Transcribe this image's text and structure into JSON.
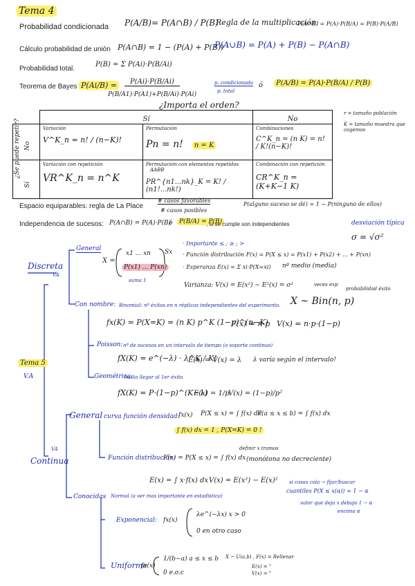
{
  "header": {
    "tema4": "Tema 4",
    "prob_cond_label": "Probabilidad condicionada",
    "prob_cond_formula": "P(A/B)= P(A∩B) / P(B)",
    "regla_mult": "Regla de la multiplicación:",
    "regla_mult_formula": "P(A∩B) = P(A)·P(B/A) = P(B)·P(A/B)",
    "union_label": "Cálculo probabilidad de unión",
    "union_formula": "P(A∩B) = 1 − (P(A) + P(B))",
    "union2_formula": "P(A∪B) = P(A) + P(B) − P(A∩B)",
    "total_label": "Probabilidad total.",
    "total_formula": "P(B) = Σ P(Ai)·P(B/Ai)",
    "bayes_label": "Teorema de Bayes",
    "bayes_lhs": "P(Ai/B) =",
    "bayes_num": "P(Ai)·P(B/Ai)",
    "bayes_den": "P(B/A1)·P(A1)+P(B/Ai)·P(Ai)",
    "bayes_note_top": "p. condicionada",
    "bayes_note_bottom": "p. total",
    "bayes_o": "ó",
    "bayes_alt": "P(A/B) = P(A)·P(B/A) / P(B)",
    "importa_orden": "¿Importa el orden?"
  },
  "table": {
    "col_si": "Sí",
    "col_no": "No",
    "row_label": "¿Se puede repetir?",
    "row_no": "No",
    "row_si": "Sí",
    "variacion_title": "Variación",
    "variacion_formula": "V^K_n = n! / (n−K)!",
    "permutacion_title": "Permutación",
    "permutacion_formula": "Pn = n!",
    "permutacion_note": "n = K",
    "combinacion_title": "Combinaciones",
    "combinacion_formula": "C^K_n = (n K) = n! / K!(n−K)!",
    "var_rep_title": "Variación con repetición",
    "var_rep_formula": "VR^K_n = n^K",
    "perm_rep_title": "Permutación con elementos repetidos",
    "perm_rep_extra": "AABB",
    "perm_rep_formula": "PR^{n1...nk}_K = K! / (n1!...nk!)",
    "comb_rep_title": "Combinación con repetición",
    "comb_rep_formula": "CR^K_n = (K+K−1 K)",
    "note_r": "r = tamaño población",
    "note_k": "K = tamaño muestra que cogemos"
  },
  "middle": {
    "equiprobables_label": "Espacio equiparables: regla de La Place",
    "laplace_num": "# casos favorables",
    "laplace_den": "# casos posibles",
    "ningun_suceso": "P(alguno suceso se dé) = 1 − P(ninguno de ellos)",
    "independencia_label": "Independencia de sucesos:",
    "independencia_formula": "P(A∩B) = P(A)·P(B)",
    "independencia_o": "ó",
    "independencia_alt": "P(B/A) = P(B)",
    "independencia_note": ", si se cumple son independientes",
    "desviacion_label": "desviación típica",
    "desviacion_formula": "σ = √σ²"
  },
  "discreta": {
    "tema5": "Tema 5",
    "va": "V.A",
    "discreta_label": "Discreta",
    "va_small": "VA",
    "general_label": "General",
    "x_vector_top": "x1 ... xn",
    "x_vector_bottom": "P(x1) ... P(xn)",
    "x_label": "X =",
    "sx": "Sx",
    "suma1": "suma 1",
    "importante": "· Importante  ≤ ; ≥ ; >",
    "funcion_dist": "· Función distribución  F(x) = P(X ≤ x) = P(x1) + P(x2) + ... + P(xn)",
    "esperanza": "· Esperanza  E(x) = Σ xi·P(X=xi)",
    "esperanza_note": "nº medio (media)",
    "varianza": "Varianza:  V(x) = E(x²) − E²(x) = σ²",
    "con_nombre_label": "Con nombre:",
    "binomial_desc": "Binomial: nº éxitos en n réplicas independientes del experimento.",
    "binomial_dist": "X ~ Bin(n, p)",
    "binomial_note1": "veces exp",
    "binomial_note2": "probabilidad éxito",
    "binomial_pmf": "fx(K) = P(X=K) = (n K) p^K (1−p)^(n−K)",
    "binomial_F": "F(x) = n·p",
    "binomial_V": "V(x) = n·p·(1−p)",
    "poisson_label": "Poisson:",
    "poisson_desc": "nº de sucesos en un intervalo de tiempo (o soporte continuo)",
    "poisson_pmf": "fX(K) = e^(−λ) · λ^K / K!",
    "poisson_EV": "E(x) = V(x) = λ",
    "poisson_note": "λ varía según el intervalo!",
    "geometrica_label": "Geométrica:",
    "geometrica_desc": "hasta llegar al 1er éxito",
    "geometrica_pmf": "fX(K) = P·(1−p)^(K−1)",
    "geometrica_E": "E(x) = 1/p",
    "geometrica_V": "V(x) = (1−p)/p²"
  },
  "continua": {
    "va_small": "VA",
    "continua_label": "Continua",
    "general_label": "General",
    "curva_densidad": "curva función densidad:",
    "densidad_fx": "fx(x)",
    "p_le": "P(X ≤ x) = ∫ f(x) dx",
    "p_ab": "P(a ≤ x ≤ b) = ∫ f(x) dx",
    "integral_note": "∫ f(x) dx = 1 ,  P(X=K) = 0 !",
    "funcion_dist_label": "Función distribución:",
    "funcion_dist_formula": "F(x) = P(X ≤ x) = ∫ f(x) dx",
    "definir_note": "definir x tramos",
    "monotona": "(monótona no decreciente)",
    "esperanza": "E(x) = ∫ x·f(x) dx",
    "varianza": "V(x) = E(x²) − E(x)²",
    "cola_note1": "si cosas cola → fijar/buscar",
    "cola_note2": "cuantiles  P(X ≤ x(α)) = 1 − α",
    "cola_note3": "valor que deja x debajo 1 − α",
    "cola_note4": "encima α",
    "conocidas_label": "Conocidas",
    "normal_desc": "Normal (a ver mas importante en estadística)",
    "exponencial_label": "Exponencial:",
    "exponencial_top": "λe^(−λx)    x > 0",
    "exponencial_bottom": "0     en otro caso",
    "uniforme_label": "Uniforme",
    "uniforme_top": "1/(b−a)    a ≤ x ≤ b",
    "uniforme_bottom": "0     e.o.c",
    "uniforme_note": "X ~ U(a,b) ,  F(x) = Rellenar",
    "uniforme_E": "E(x) = \"",
    "uniforme_V": "V(x) = \""
  }
}
